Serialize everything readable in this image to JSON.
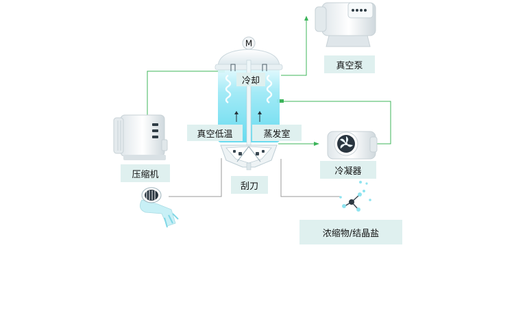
{
  "labels": {
    "motor": "M",
    "cooling": "冷却",
    "vacuum_low_temp": "真空低温",
    "evaporation_chamber": "蒸发室",
    "scraper": "刮刀",
    "compressor": "压缩机",
    "vacuum_pump": "真空泵",
    "condenser": "冷凝器",
    "concentrate_crystal_salt": "浓缩物/结晶盐"
  },
  "icons": {
    "compressor": "compressor-icon",
    "vacuum_pump": "vacuum-pump-icon",
    "condenser": "condenser-fan-icon",
    "inlet": "feed-pipe-icon",
    "product": "crystal-molecule-icon"
  },
  "colors": {
    "flow_line": "#3cb45a",
    "gray_line": "#9a9a9a",
    "label_bg": "#dff0ef",
    "tank_cyan": "#6fe0f0",
    "tank_white": "#f2f8fb"
  }
}
